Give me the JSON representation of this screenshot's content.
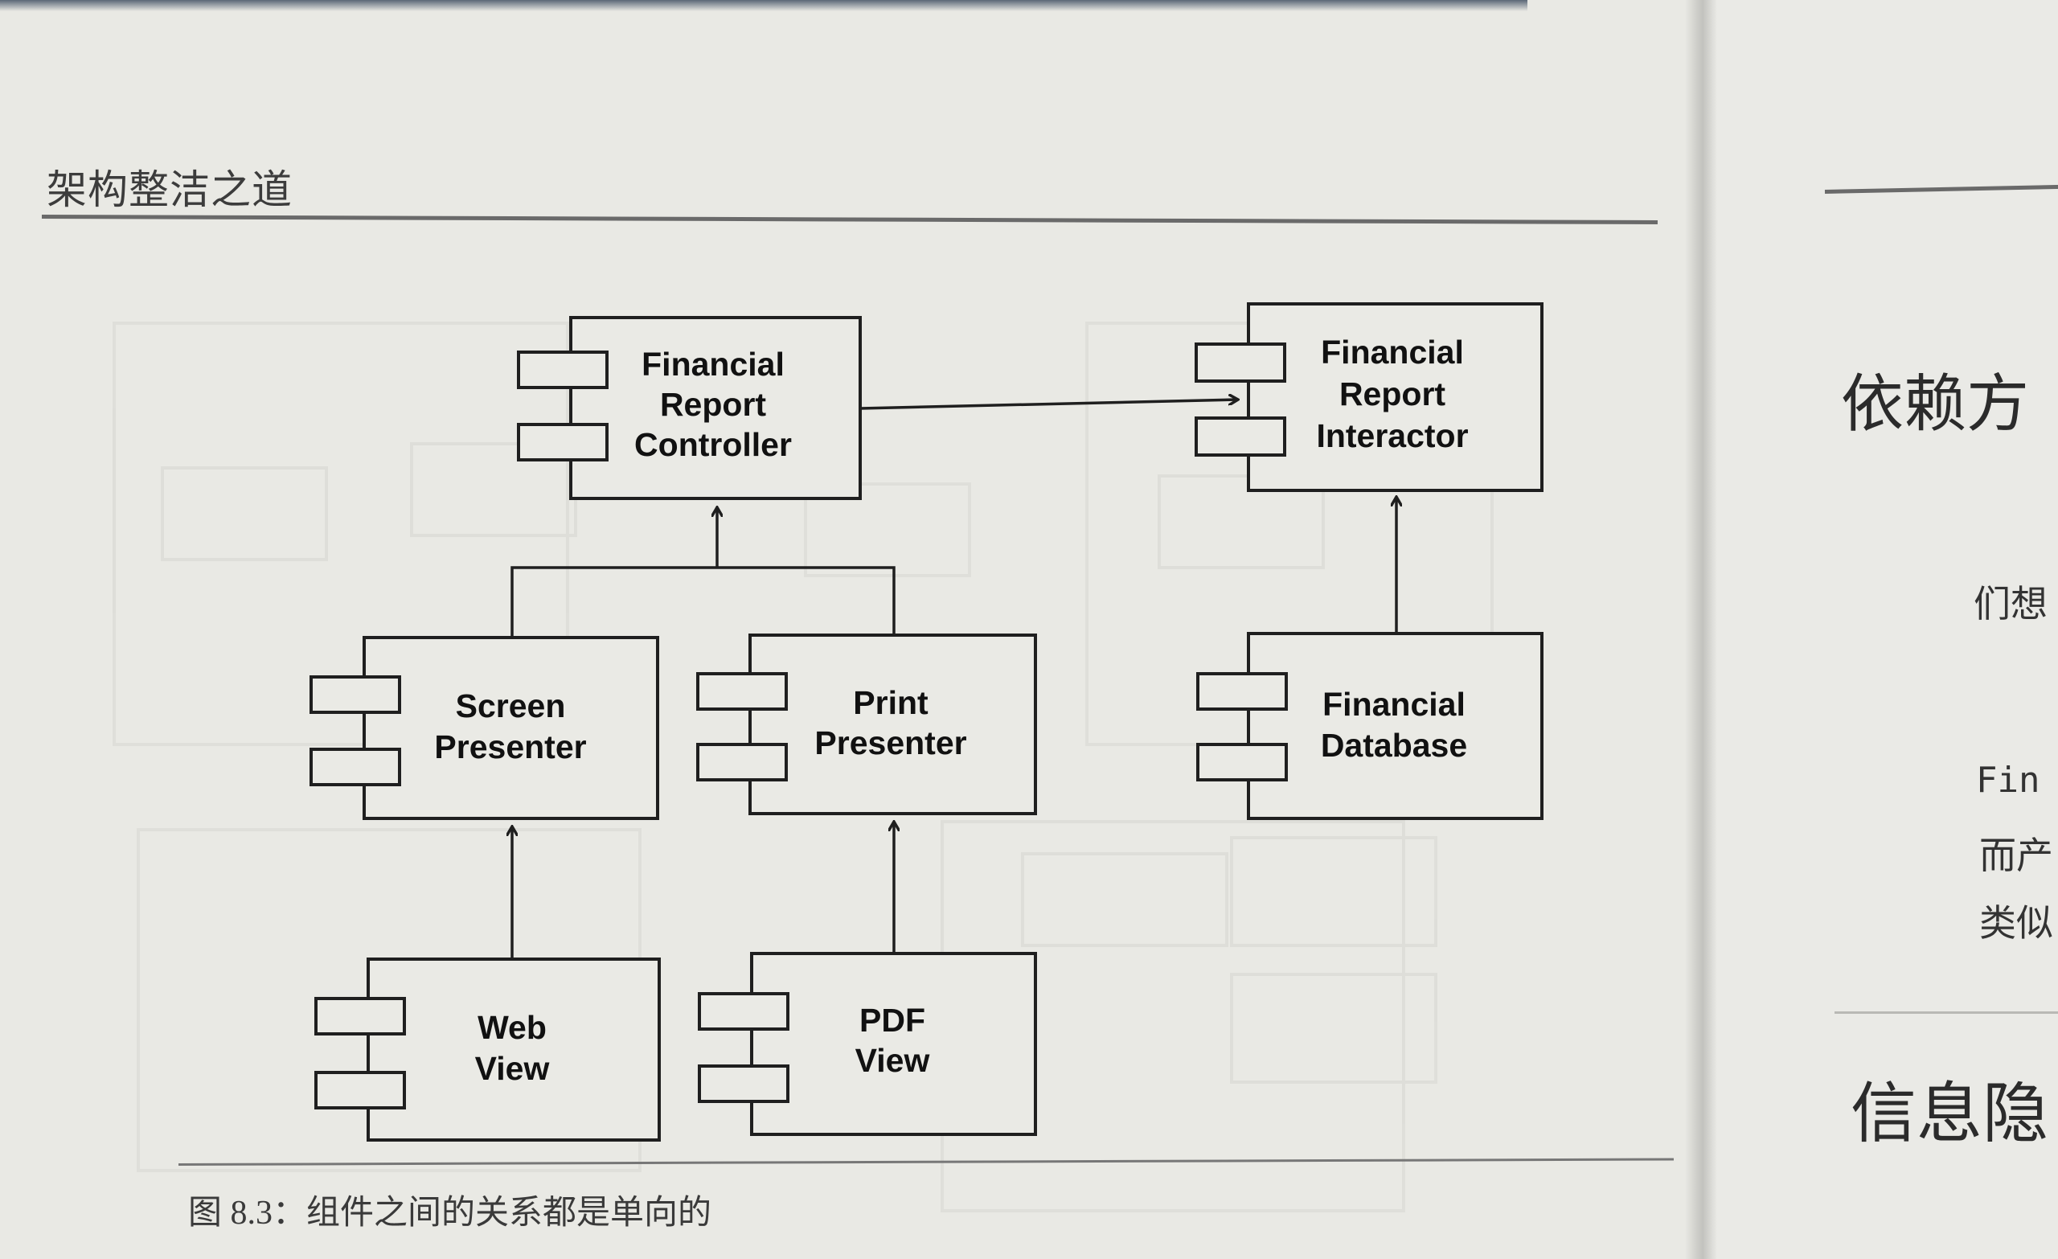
{
  "running_head": "架构整洁之道",
  "caption": {
    "label": "图 8.3：",
    "text": "组件之间的关系都是单向的"
  },
  "components": {
    "controller": [
      "Financial",
      "Report",
      "Controller"
    ],
    "interactor": [
      "Financial",
      "Report",
      "Interactor"
    ],
    "screen_presenter": [
      "Screen",
      "Presenter"
    ],
    "print_presenter": [
      "Print",
      "Presenter"
    ],
    "database": [
      "Financial",
      "Database"
    ],
    "web_view": [
      "Web",
      "View"
    ],
    "pdf_view": [
      "PDF",
      "View"
    ]
  },
  "right_page": {
    "heading_1": "依赖方",
    "line_1": "们想",
    "code": "Fin",
    "line_2": "而产",
    "line_3": "类似",
    "heading_2": "信息隐"
  }
}
